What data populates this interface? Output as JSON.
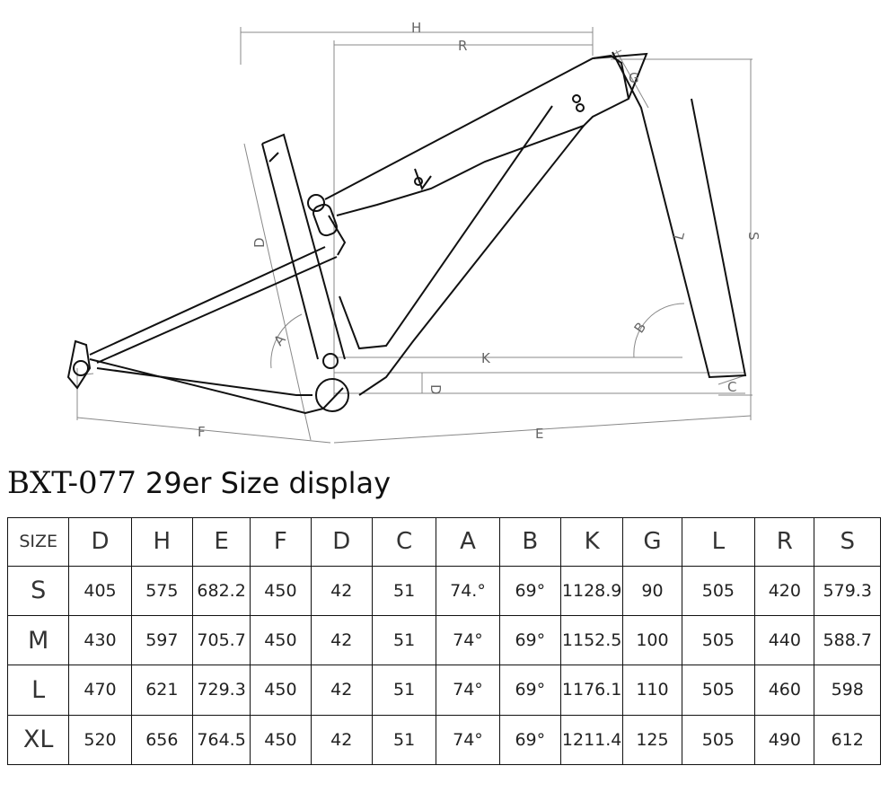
{
  "labels": {
    "H": "H",
    "R": "R",
    "G": "G",
    "S": "S",
    "D_top": "D",
    "L": "L",
    "B": "B",
    "A": "A",
    "K": "K",
    "D_bb": "D",
    "C": "C",
    "F": "F",
    "E": "E"
  },
  "title": {
    "model": "BXT-077",
    "rest": "29er Size display"
  },
  "table": {
    "headers": [
      "SIZE",
      "D",
      "H",
      "E",
      "F",
      "D",
      "C",
      "A",
      "B",
      "K",
      "G",
      "L",
      "R",
      "S"
    ],
    "rows": [
      [
        "S",
        "405",
        "575",
        "682.2",
        "450",
        "42",
        "51",
        "74.°",
        "69°",
        "1128.9",
        "90",
        "505",
        "420",
        "579.3"
      ],
      [
        "M",
        "430",
        "597",
        "705.7",
        "450",
        "42",
        "51",
        "74°",
        "69°",
        "1152.5",
        "100",
        "505",
        "440",
        "588.7"
      ],
      [
        "L",
        "470",
        "621",
        "729.3",
        "450",
        "42",
        "51",
        "74°",
        "69°",
        "1176.1",
        "110",
        "505",
        "460",
        "598"
      ],
      [
        "XL",
        "520",
        "656",
        "764.5",
        "450",
        "42",
        "51",
        "74°",
        "69°",
        "1211.4",
        "125",
        "505",
        "490",
        "612"
      ]
    ]
  }
}
